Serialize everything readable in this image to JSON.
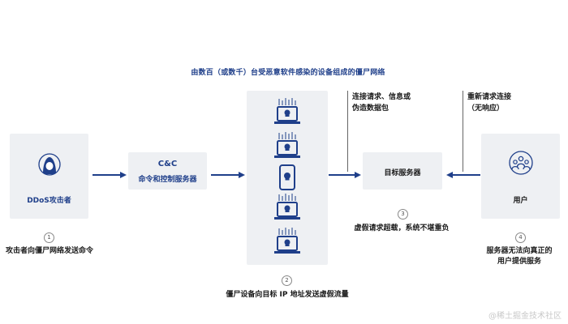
{
  "diagram": {
    "botnet_title": "由数百（或数千）台受恶意软件感染的设备组成的僵尸网络",
    "attacker_label": "DDoS攻击者",
    "cc_line1": "C&C",
    "cc_line2": "命令和控制服务器",
    "target_label": "目标服务器",
    "user_label": "用户",
    "note_requests_line1": "连接请求、信息或",
    "note_requests_line2": "伪造数据包",
    "note_reconnect_line1": "重新请求连接",
    "note_reconnect_line2": "（无响应）",
    "steps": [
      {
        "num": "1",
        "caption": "攻击者向僵尸网络发送命令"
      },
      {
        "num": "2",
        "caption": "僵尸设备向目标 IP 地址发送虚假流量"
      },
      {
        "num": "3",
        "caption": "虚假请求超载，系统不堪重负"
      },
      {
        "num": "4",
        "caption_line1": "服务器无法向真正的",
        "caption_line2": "用户提供服务"
      }
    ],
    "watermark": "@稀土掘金技术社区"
  },
  "colors": {
    "accent": "#1f3f8a",
    "panel": "#eef0f3",
    "arrow": "#1f3f8a"
  },
  "icons": [
    "hooded-attacker-icon",
    "infected-laptop-icon",
    "infected-phone-icon",
    "user-group-icon",
    "arrow-right-icon",
    "arrow-left-icon"
  ]
}
